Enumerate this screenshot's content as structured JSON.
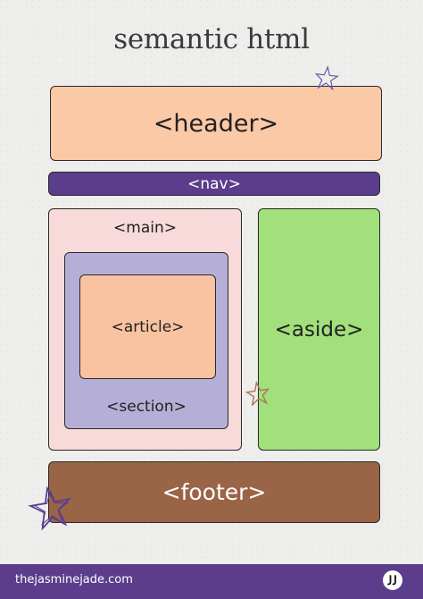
{
  "title": "semantic html",
  "labels": {
    "header": "<header>",
    "nav": "<nav>",
    "main": "<main>",
    "section": "<section>",
    "article": "<article>",
    "aside": "<aside>",
    "footer": "<footer>"
  },
  "footer_bar": {
    "site": "thejasminejade.com"
  },
  "colors": {
    "header": "#fcc9a7",
    "nav": "#5b3d8c",
    "main": "#f8dada",
    "section": "#b5afd7",
    "article": "#f9c3a1",
    "aside": "#a1e07b",
    "footer": "#9a6446",
    "accent": "#5b3d8c"
  },
  "icons": {
    "logo": "jj-logo-icon",
    "decorations": [
      "star-icon",
      "star-icon",
      "star-icon"
    ]
  }
}
